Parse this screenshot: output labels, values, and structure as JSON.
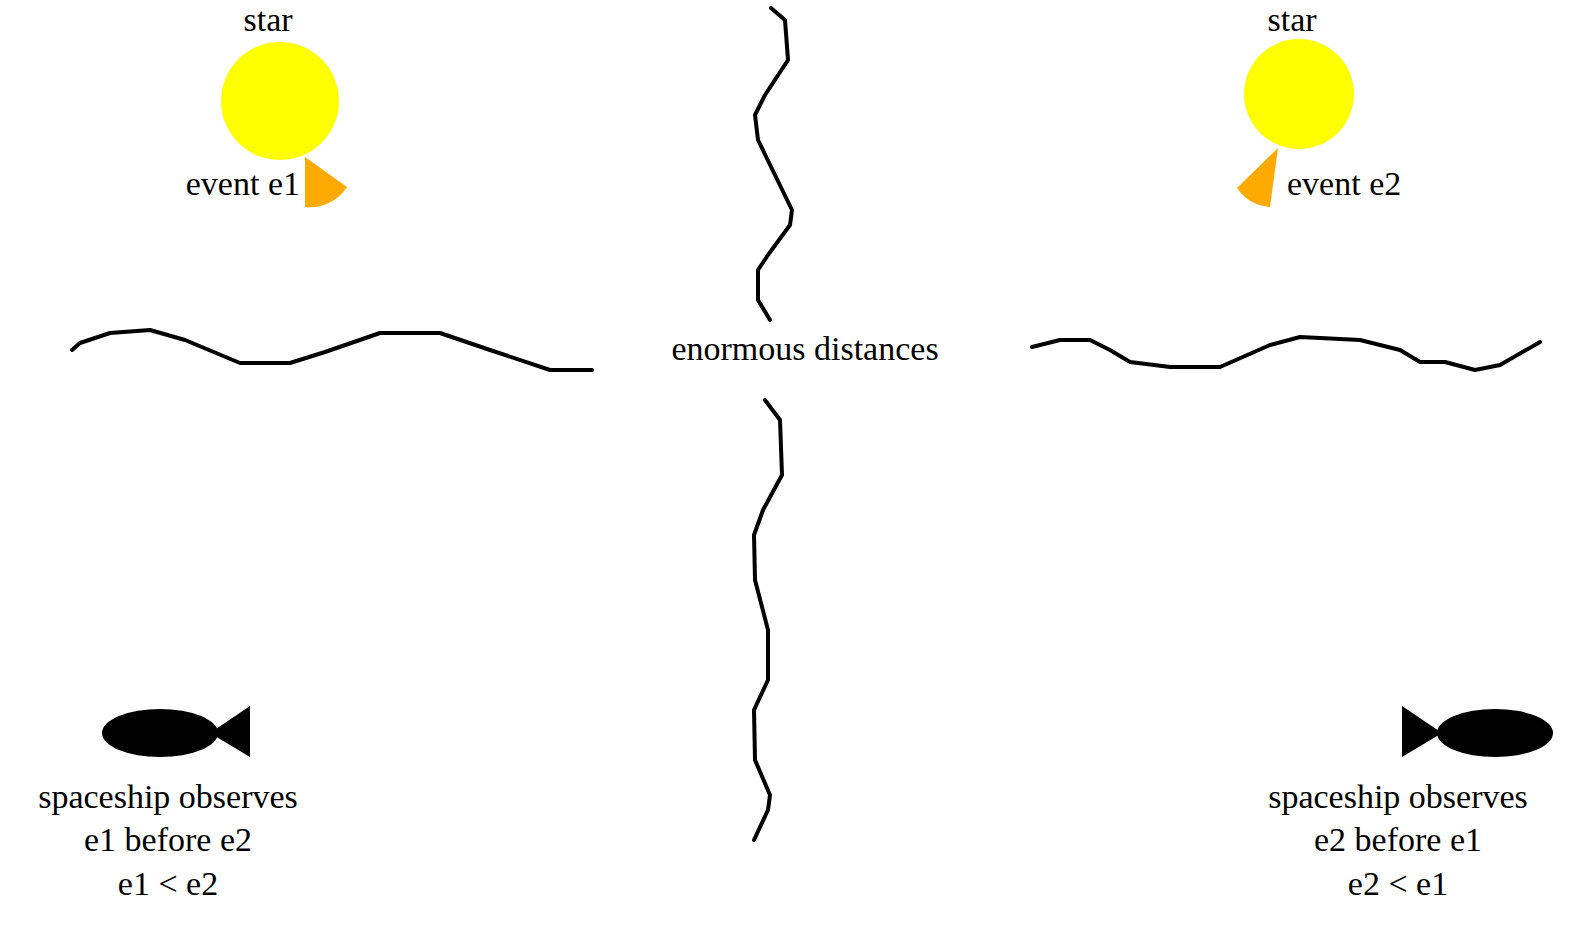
{
  "diagram": {
    "labels": [
      "star",
      "event e1",
      "star",
      "event e2",
      "enormous distances",
      "spaceship observes",
      "e1 before e2",
      "e1 < e2",
      "spaceship observes",
      "e2 before e1",
      "e2 < e1"
    ]
  }
}
